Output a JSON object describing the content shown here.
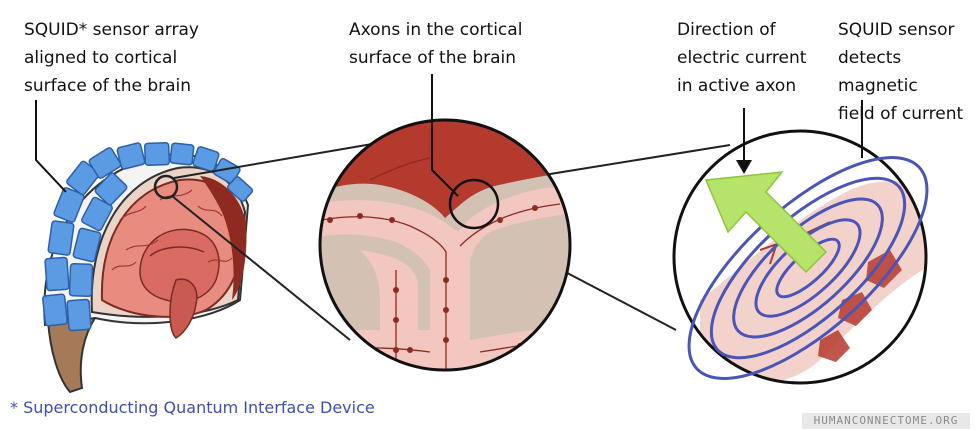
{
  "labels": {
    "squid_array": "SQUID* sensor array\naligned to cortical\nsurface of the brain",
    "axons": "Axons in the cortical\nsurface of the brain",
    "direction": "Direction of\nelectric current\nin active axon",
    "detects": "SQUID sensor\ndetects magnetic\nfield of current"
  },
  "footnote": "* Superconducting Quantum Interface Device",
  "credit": "HUMANCONNECTOME.ORG",
  "colors": {
    "sensor_blue": "#5b9be3",
    "field_blue": "#4a55b8",
    "cortex_red": "#b53a2e",
    "tissue_pink": "#f2c7c0",
    "matter_tan": "#d3c2b4",
    "arrow_green": "#b6e36a"
  }
}
